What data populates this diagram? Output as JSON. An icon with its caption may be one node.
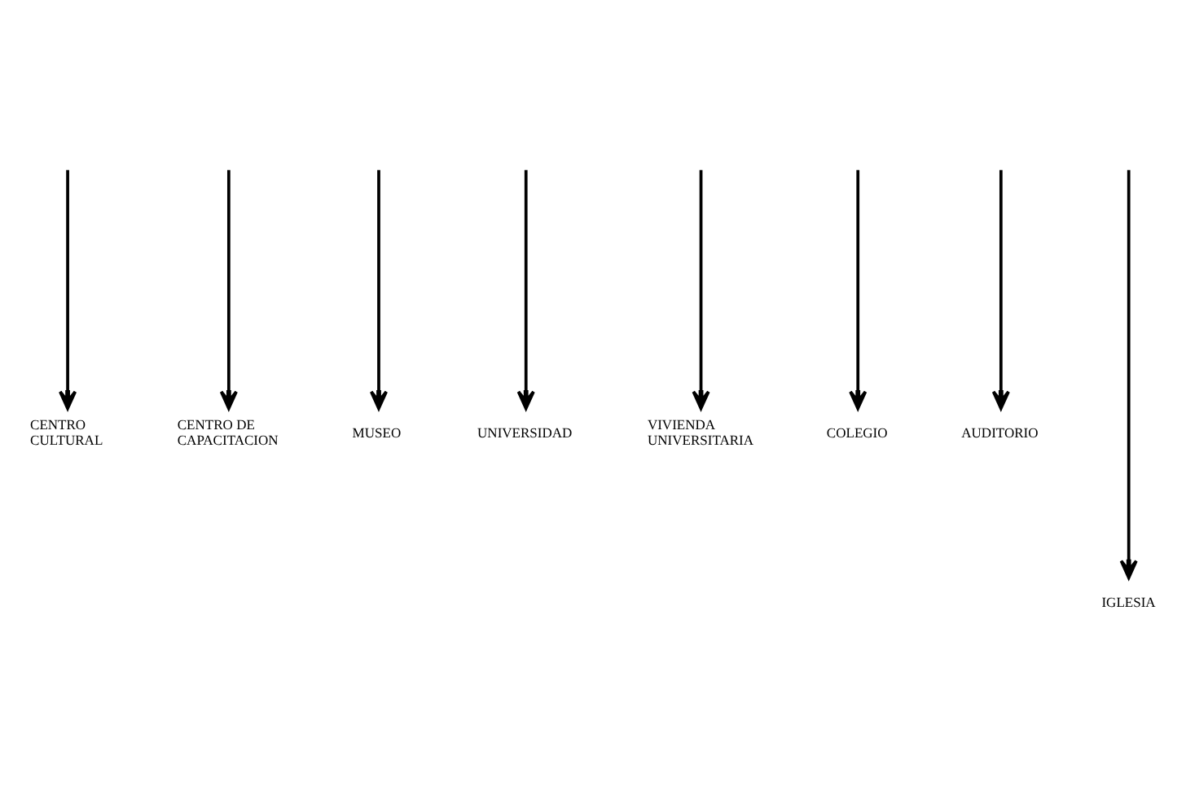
{
  "diagram": {
    "nodes": [
      {
        "text": [
          "CENTRO CULTURAL"
        ]
      },
      {
        "text": [
          "CENTRO DE CAPACITACION"
        ]
      },
      {
        "text": [
          "MUSEO"
        ]
      },
      {
        "text": [
          "UNIVERSIDAD"
        ]
      },
      {
        "text": [
          "VIVIENDA UNIVERSITARIA"
        ]
      },
      {
        "text": [
          "COLEGIO"
        ]
      },
      {
        "text": [
          "AUDITORIO"
        ]
      },
      {
        "text": [
          "IGLESIA"
        ]
      }
    ],
    "edges": [
      {
        "from": null,
        "to": 0,
        "arrow": "to"
      },
      {
        "from": null,
        "to": 1,
        "arrow": "to"
      },
      {
        "from": null,
        "to": 2,
        "arrow": "to"
      },
      {
        "from": null,
        "to": 3,
        "arrow": "to"
      },
      {
        "from": null,
        "to": 4,
        "arrow": "to"
      },
      {
        "from": null,
        "to": 5,
        "arrow": "to"
      },
      {
        "from": null,
        "to": 6,
        "arrow": "to"
      },
      {
        "from": null,
        "to": 7,
        "arrow": "to"
      }
    ]
  }
}
